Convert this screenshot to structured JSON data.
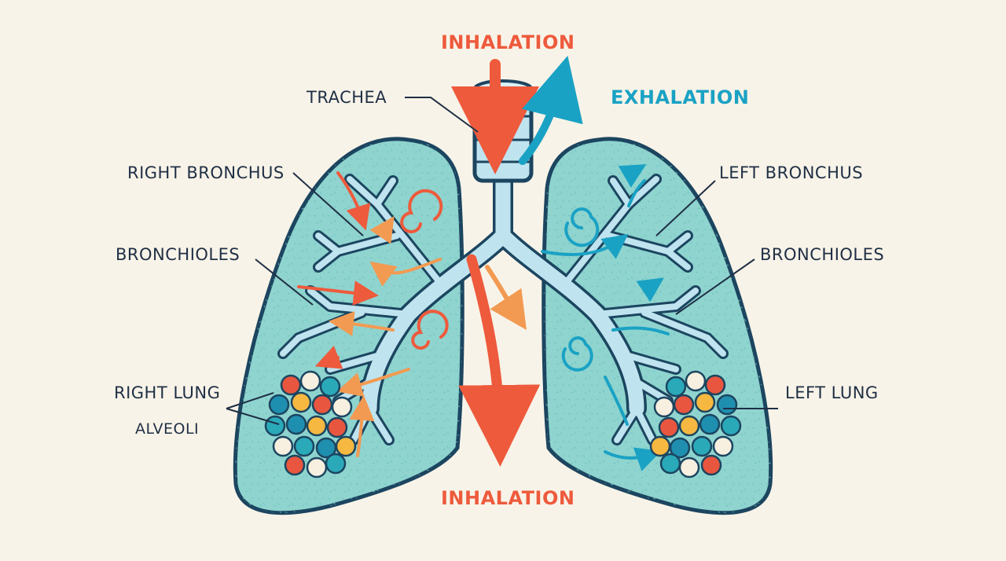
{
  "labels": {
    "inhalation_top": "INHALATION",
    "inhalation_bottom": "INHALATION",
    "exhalation": "EXHALATION",
    "trachea": "TRACHEA",
    "right_bronchus": "RIGHT BRONCHUS",
    "left_bronchus": "LEFT BRONCHUS",
    "bronchioles_right": "BRONCHIOLES",
    "bronchioles_left": "BRONCHIOLES",
    "right_lung": "RIGHT LUNG",
    "alveoli": "ALVEOLI",
    "left_lung": "LEFT LUNG"
  },
  "colors": {
    "background": "#f8f3e8",
    "lung_fill": "#8fd4cf",
    "lung_outline": "#1c4560",
    "airway_fill": "#bfe4ef",
    "inhalation": "#ee5a3c",
    "exhalation": "#1aa2c4",
    "label_text": "#1f2f45",
    "alveoli": [
      "#e8563f",
      "#2aa9b9",
      "#f6b840",
      "#f7efe0",
      "#1f8fb0"
    ]
  }
}
